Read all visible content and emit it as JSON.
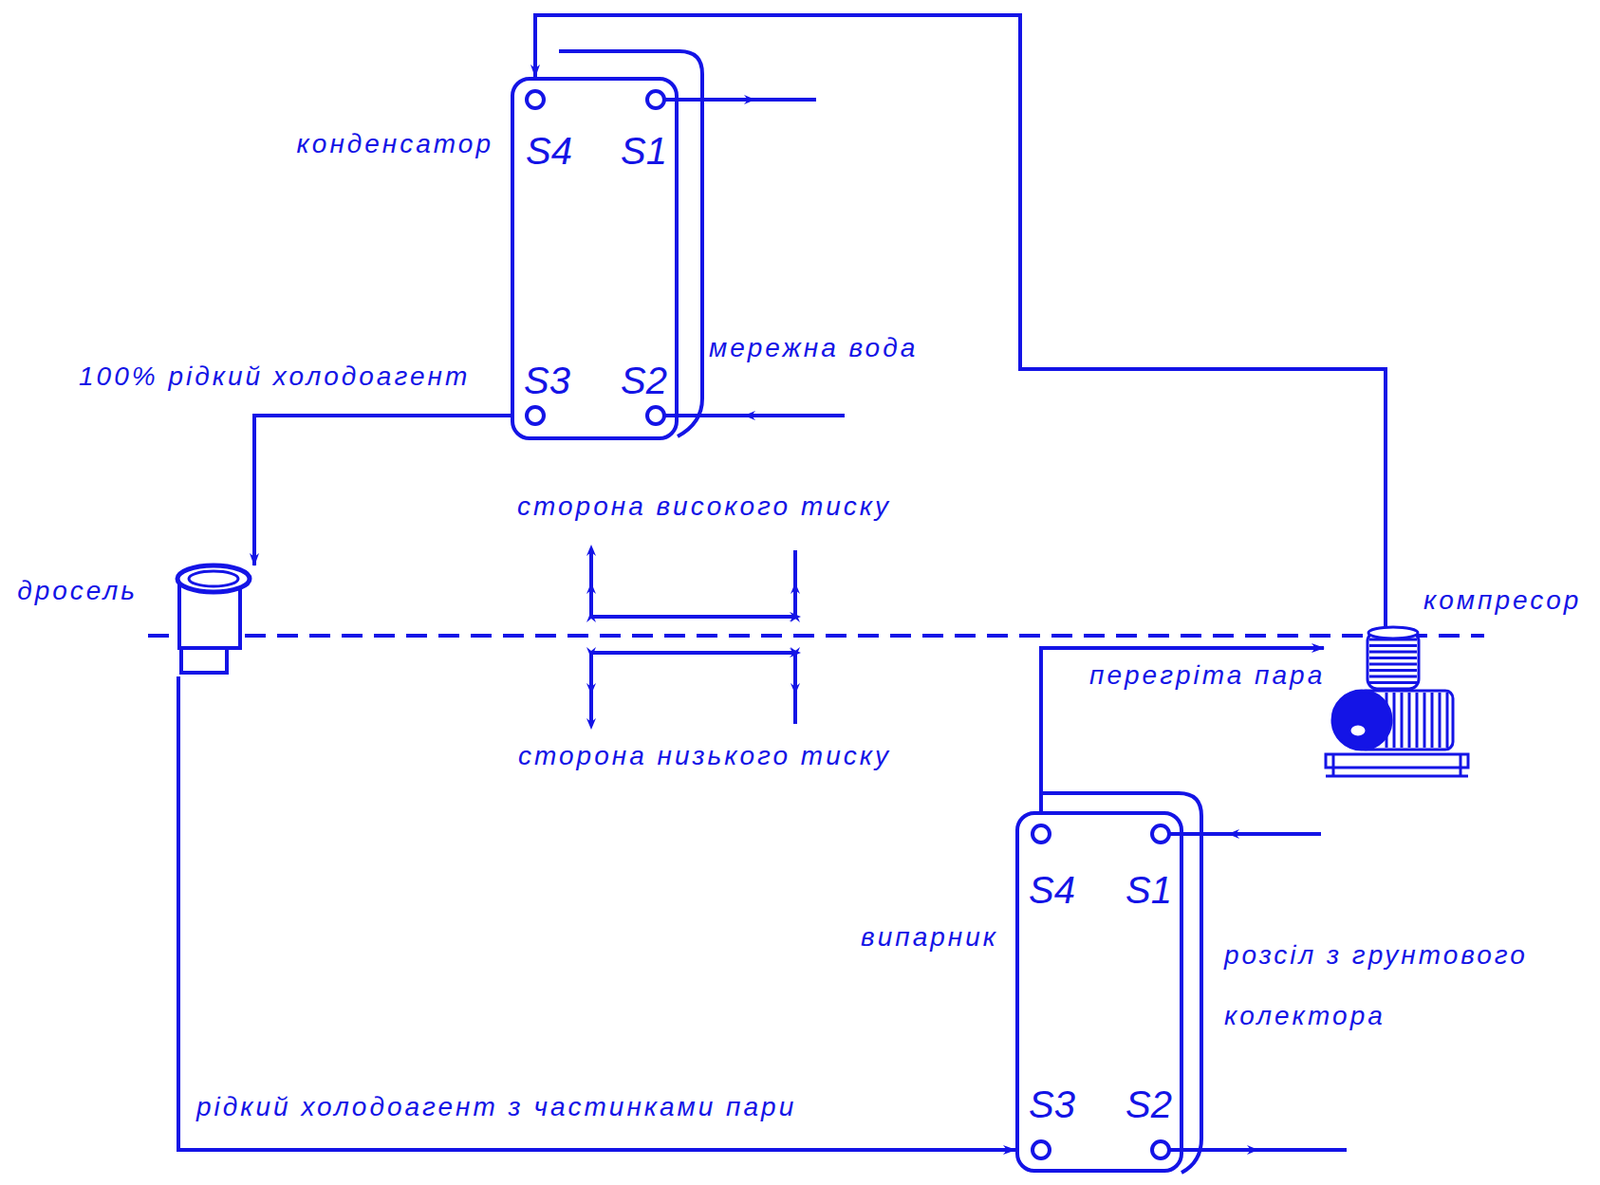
{
  "diagram": {
    "nodes": [
      {
        "text": [
          "конденсатор",
          "S4",
          "S1",
          "S3",
          "S2"
        ]
      },
      {
        "text": [
          "випарник",
          "S4",
          "S1",
          "S3",
          "S2"
        ]
      },
      {
        "text": [
          "дросель"
        ]
      },
      {
        "text": [
          "компресор"
        ]
      }
    ],
    "edges": [
      {
        "from": 0,
        "to": 2,
        "label": "100% рідкий холодоагент",
        "arrow": "to"
      },
      {
        "from": 2,
        "to": 1,
        "label": "рідкий холодоагент з частинками пари",
        "arrow": "to"
      },
      {
        "from": 1,
        "to": 3,
        "label": "перегріта пара",
        "arrow": "to"
      },
      {
        "from": 3,
        "to": 0,
        "arrow": "to"
      }
    ],
    "labels": [
      "мережна вода",
      "сторона високого тиску",
      "сторона низького тиску",
      "розсіл з грунтового колектора"
    ]
  }
}
